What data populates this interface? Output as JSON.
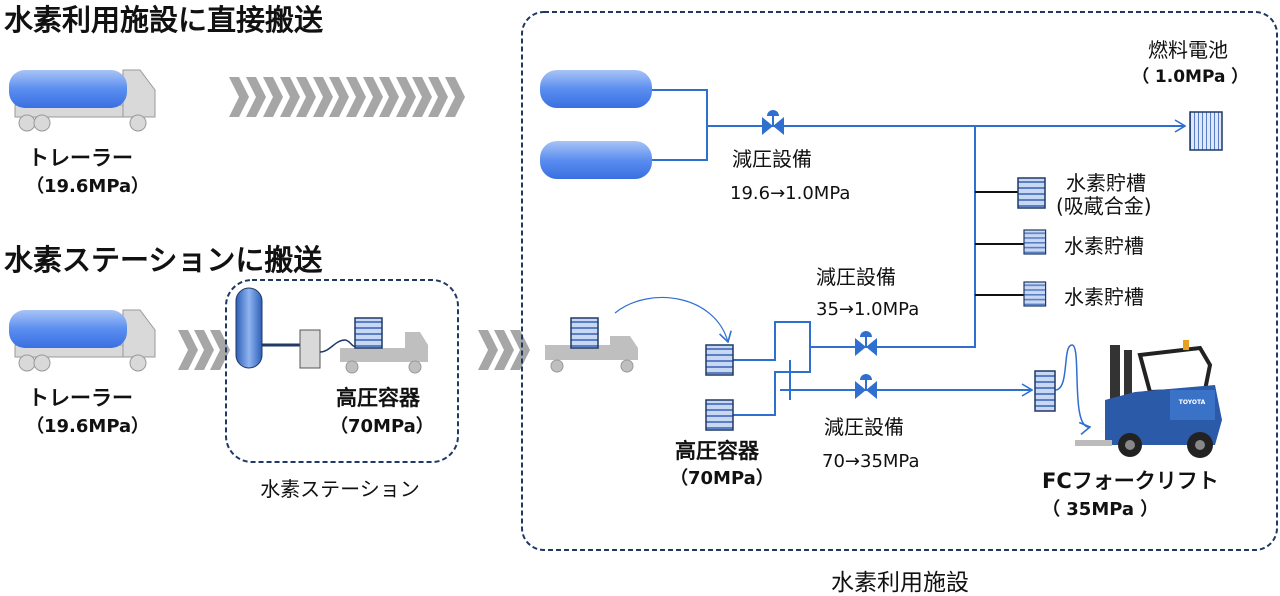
{
  "titles": {
    "direct": "水素利用施設に直接搬送",
    "station": "水素ステーションに搬送"
  },
  "trailer1": {
    "name": "トレーラー",
    "pressure": "（19.6MPa）"
  },
  "trailer2": {
    "name": "トレーラー",
    "pressure": "（19.6MPa）"
  },
  "station": {
    "label": "水素ステーション",
    "container_name": "高圧容器",
    "container_pressure": "（70MPa）"
  },
  "facility": {
    "label": "水素利用施設",
    "fuel_cell": {
      "name": "燃料電池",
      "pressure": "（ 1.0MPa ）"
    },
    "reducer1": {
      "name": "減圧設備",
      "range": "19.6→1.0MPa"
    },
    "reducer2": {
      "name": "減圧設備",
      "range": "35→1.0MPa"
    },
    "reducer3": {
      "name": "減圧設備",
      "range": "70→35MPa"
    },
    "storage": [
      {
        "name": "水素貯槽",
        "sub": "(吸蔵合金)"
      },
      {
        "name": "水素貯槽"
      },
      {
        "name": "水素貯槽"
      }
    ],
    "hp_container": {
      "name": "高圧容器",
      "pressure": "（70MPa）"
    },
    "forklift": {
      "name": "FCフォークリフト",
      "pressure": "（ 35MPa ）",
      "brand": "TOYOTA"
    }
  },
  "colors": {
    "pipe": "#2f6fd0",
    "border": "#1f3864",
    "chevron": "#a6a6a6",
    "truck": "#d9d9d9"
  }
}
